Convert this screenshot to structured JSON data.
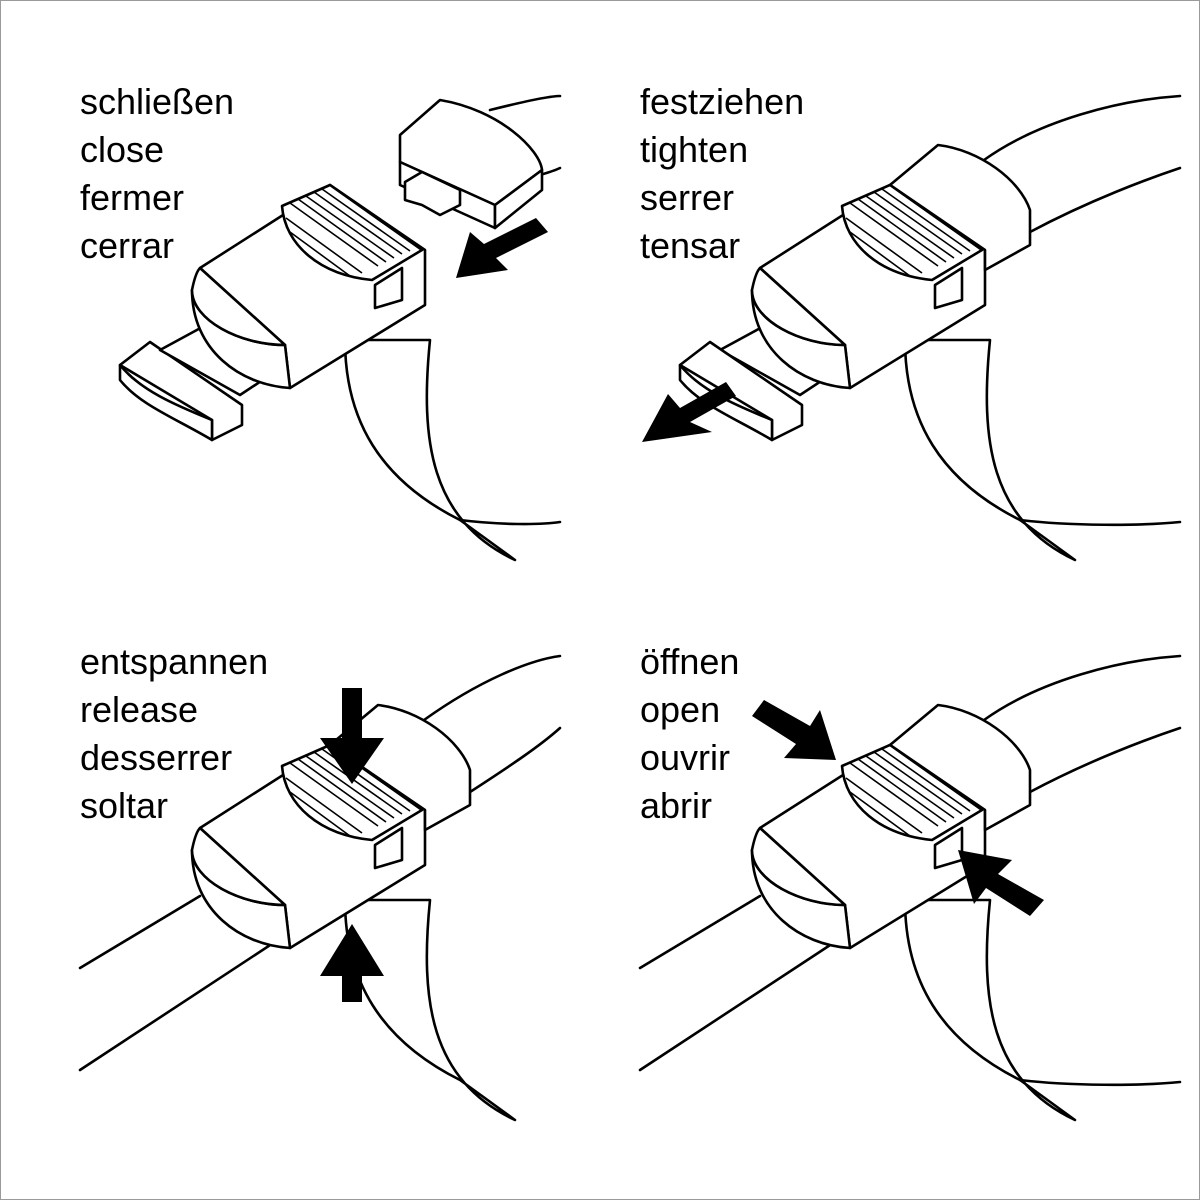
{
  "panels": [
    {
      "labels": [
        "schließen",
        "close",
        "fermer",
        "cerrar"
      ]
    },
    {
      "labels": [
        "festziehen",
        "tighten",
        "serrer",
        "tensar"
      ]
    },
    {
      "labels": [
        "entspannen",
        "release",
        "desserrer",
        "soltar"
      ]
    },
    {
      "labels": [
        "öffnen",
        "open",
        "ouvrir",
        "abrir"
      ]
    }
  ],
  "colors": {
    "line": "#000000",
    "background": "#ffffff",
    "frame": "#9a9a9a"
  },
  "icons": [
    "arrow-icon"
  ]
}
